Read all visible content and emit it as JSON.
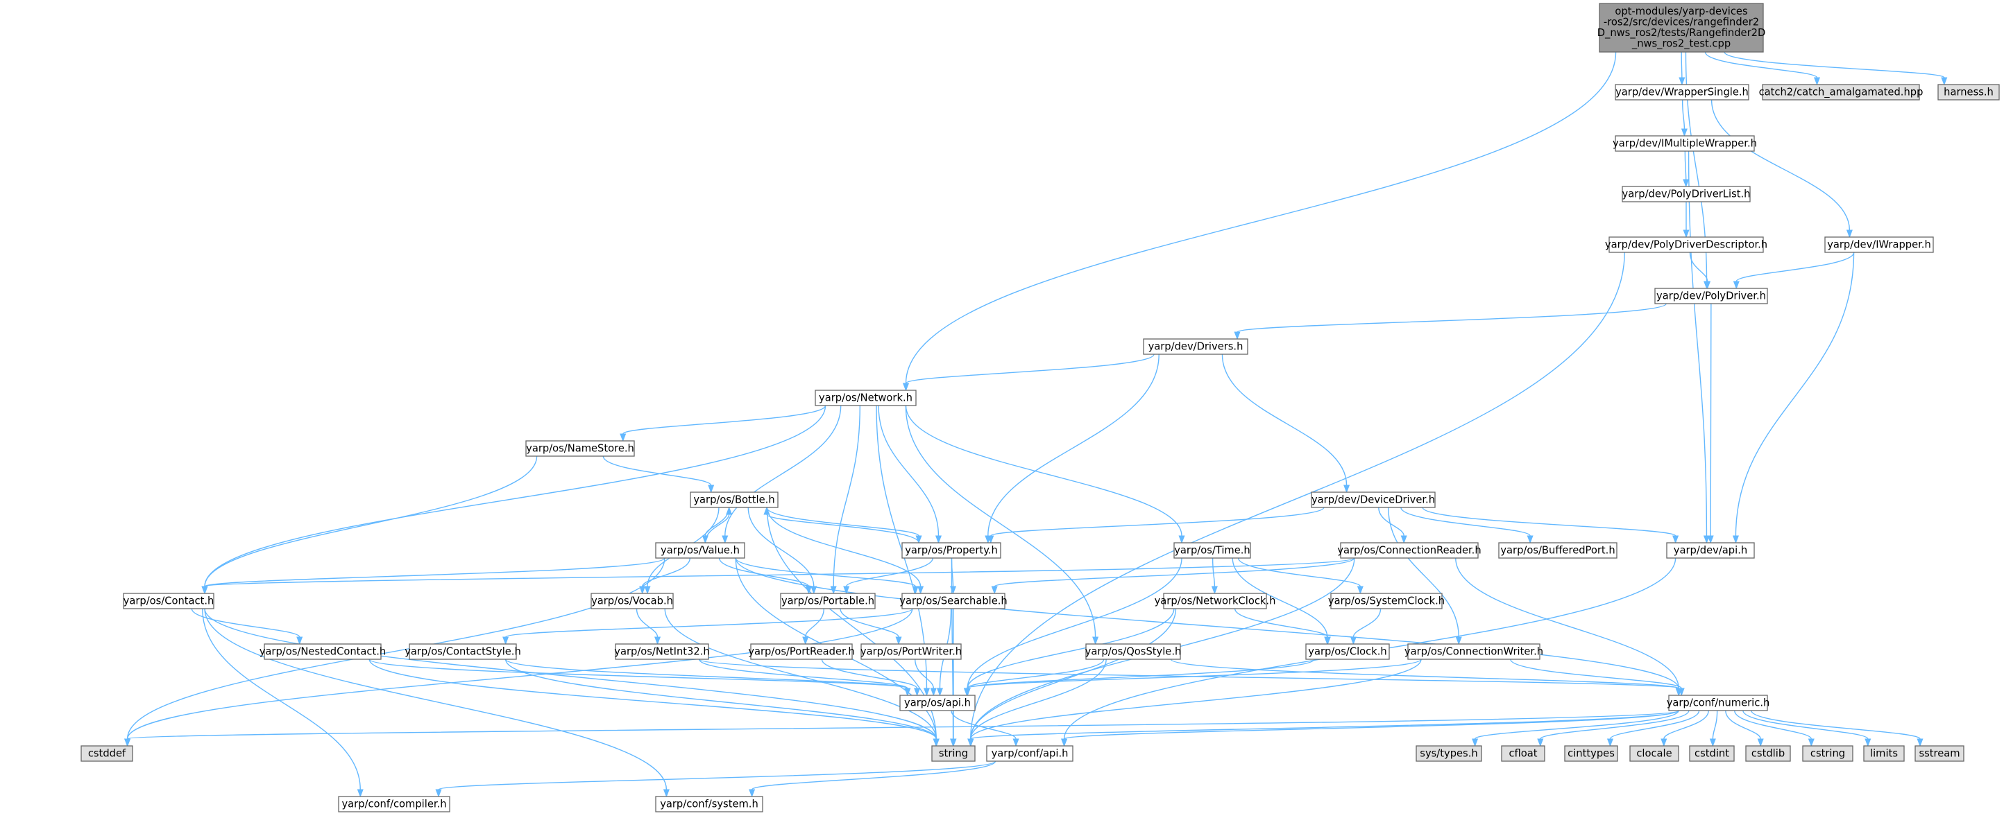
{
  "nodes": {
    "root": {
      "lines": [
        "opt-modules/yarp-devices",
        "-ros2/src/devices/rangefinder2",
        "D_nws_ros2/tests/Rangefinder2D",
        "_nws_ros2_test.cpp"
      ],
      "kind": "root"
    },
    "wrapperSingle": {
      "lines": [
        "yarp/dev/WrapperSingle.h"
      ],
      "kind": "normal"
    },
    "catch2": {
      "lines": [
        "catch2/catch_amalgamated.hpp"
      ],
      "kind": "external"
    },
    "harness": {
      "lines": [
        "harness.h"
      ],
      "kind": "external"
    },
    "iMultipleWrapper": {
      "lines": [
        "yarp/dev/IMultipleWrapper.h"
      ],
      "kind": "normal"
    },
    "polyDriverList": {
      "lines": [
        "yarp/dev/PolyDriverList.h"
      ],
      "kind": "normal"
    },
    "polyDriverDescriptor": {
      "lines": [
        "yarp/dev/PolyDriverDescriptor.h"
      ],
      "kind": "normal"
    },
    "iWrapper": {
      "lines": [
        "yarp/dev/IWrapper.h"
      ],
      "kind": "normal"
    },
    "polyDriver": {
      "lines": [
        "yarp/dev/PolyDriver.h"
      ],
      "kind": "normal"
    },
    "drivers": {
      "lines": [
        "yarp/dev/Drivers.h"
      ],
      "kind": "normal"
    },
    "network": {
      "lines": [
        "yarp/os/Network.h"
      ],
      "kind": "normal"
    },
    "nameStore": {
      "lines": [
        "yarp/os/NameStore.h"
      ],
      "kind": "normal"
    },
    "bottle": {
      "lines": [
        "yarp/os/Bottle.h"
      ],
      "kind": "normal"
    },
    "deviceDriver": {
      "lines": [
        "yarp/dev/DeviceDriver.h"
      ],
      "kind": "normal"
    },
    "value": {
      "lines": [
        "yarp/os/Value.h"
      ],
      "kind": "normal"
    },
    "property": {
      "lines": [
        "yarp/os/Property.h"
      ],
      "kind": "normal"
    },
    "time": {
      "lines": [
        "yarp/os/Time.h"
      ],
      "kind": "normal"
    },
    "connectionReader": {
      "lines": [
        "yarp/os/ConnectionReader.h"
      ],
      "kind": "truncated"
    },
    "bufferedPort": {
      "lines": [
        "yarp/os/BufferedPort.h"
      ],
      "kind": "truncated"
    },
    "devApi": {
      "lines": [
        "yarp/dev/api.h"
      ],
      "kind": "normal"
    },
    "contact": {
      "lines": [
        "yarp/os/Contact.h"
      ],
      "kind": "normal"
    },
    "vocab": {
      "lines": [
        "yarp/os/Vocab.h"
      ],
      "kind": "normal"
    },
    "portable": {
      "lines": [
        "yarp/os/Portable.h"
      ],
      "kind": "normal"
    },
    "searchable": {
      "lines": [
        "yarp/os/Searchable.h"
      ],
      "kind": "normal"
    },
    "networkClock": {
      "lines": [
        "yarp/os/NetworkClock.h"
      ],
      "kind": "normal"
    },
    "systemClock": {
      "lines": [
        "yarp/os/SystemClock.h"
      ],
      "kind": "normal"
    },
    "nestedContact": {
      "lines": [
        "yarp/os/NestedContact.h"
      ],
      "kind": "normal"
    },
    "contactStyle": {
      "lines": [
        "yarp/os/ContactStyle.h"
      ],
      "kind": "normal"
    },
    "netInt32": {
      "lines": [
        "yarp/os/NetInt32.h"
      ],
      "kind": "normal"
    },
    "portReader": {
      "lines": [
        "yarp/os/PortReader.h"
      ],
      "kind": "normal"
    },
    "portWriter": {
      "lines": [
        "yarp/os/PortWriter.h"
      ],
      "kind": "normal"
    },
    "qosStyle": {
      "lines": [
        "yarp/os/QosStyle.h"
      ],
      "kind": "normal"
    },
    "clock": {
      "lines": [
        "yarp/os/Clock.h"
      ],
      "kind": "normal"
    },
    "connectionWriter": {
      "lines": [
        "yarp/os/ConnectionWriter.h"
      ],
      "kind": "normal"
    },
    "osApi": {
      "lines": [
        "yarp/os/api.h"
      ],
      "kind": "normal"
    },
    "numeric": {
      "lines": [
        "yarp/conf/numeric.h"
      ],
      "kind": "normal"
    },
    "cstddef": {
      "lines": [
        "cstddef"
      ],
      "kind": "external"
    },
    "string": {
      "lines": [
        "string"
      ],
      "kind": "external"
    },
    "confApi": {
      "lines": [
        "yarp/conf/api.h"
      ],
      "kind": "normal"
    },
    "sysTypes": {
      "lines": [
        "sys/types.h"
      ],
      "kind": "external"
    },
    "cfloat": {
      "lines": [
        "cfloat"
      ],
      "kind": "external"
    },
    "cinttypes": {
      "lines": [
        "cinttypes"
      ],
      "kind": "external"
    },
    "clocale": {
      "lines": [
        "clocale"
      ],
      "kind": "external"
    },
    "cstdint": {
      "lines": [
        "cstdint"
      ],
      "kind": "external"
    },
    "cstdlib": {
      "lines": [
        "cstdlib"
      ],
      "kind": "external"
    },
    "cstring": {
      "lines": [
        "cstring"
      ],
      "kind": "external"
    },
    "limits": {
      "lines": [
        "limits"
      ],
      "kind": "external"
    },
    "sstream": {
      "lines": [
        "sstream"
      ],
      "kind": "external"
    },
    "compiler": {
      "lines": [
        "yarp/conf/compiler.h"
      ],
      "kind": "normal"
    },
    "system": {
      "lines": [
        "yarp/conf/system.h"
      ],
      "kind": "normal"
    }
  },
  "edges": [
    [
      "root",
      "wrapperSingle"
    ],
    [
      "root",
      "catch2"
    ],
    [
      "root",
      "harness"
    ],
    [
      "root",
      "polyDriver"
    ],
    [
      "root",
      "network"
    ],
    [
      "wrapperSingle",
      "iMultipleWrapper"
    ],
    [
      "wrapperSingle",
      "iWrapper"
    ],
    [
      "iMultipleWrapper",
      "polyDriverList"
    ],
    [
      "iMultipleWrapper",
      "devApi"
    ],
    [
      "polyDriverList",
      "polyDriverDescriptor"
    ],
    [
      "polyDriverDescriptor",
      "polyDriver"
    ],
    [
      "polyDriverDescriptor",
      "string"
    ],
    [
      "iWrapper",
      "polyDriver"
    ],
    [
      "iWrapper",
      "devApi"
    ],
    [
      "polyDriver",
      "drivers"
    ],
    [
      "polyDriver",
      "devApi"
    ],
    [
      "drivers",
      "network"
    ],
    [
      "drivers",
      "property"
    ],
    [
      "drivers",
      "deviceDriver"
    ],
    [
      "network",
      "nameStore"
    ],
    [
      "network",
      "contact"
    ],
    [
      "network",
      "value"
    ],
    [
      "network",
      "property"
    ],
    [
      "network",
      "time"
    ],
    [
      "network",
      "portable"
    ],
    [
      "network",
      "qosStyle"
    ],
    [
      "network",
      "osApi"
    ],
    [
      "nameStore",
      "bottle"
    ],
    [
      "nameStore",
      "contact"
    ],
    [
      "bottle",
      "value"
    ],
    [
      "bottle",
      "property"
    ],
    [
      "bottle",
      "portable"
    ],
    [
      "bottle",
      "searchable"
    ],
    [
      "bottle",
      "vocab"
    ],
    [
      "bottle",
      "string"
    ],
    [
      "value",
      "bottle"
    ],
    [
      "value",
      "contact"
    ],
    [
      "value",
      "vocab"
    ],
    [
      "value",
      "portable"
    ],
    [
      "value",
      "searchable"
    ],
    [
      "value",
      "cstddef"
    ],
    [
      "value",
      "string"
    ],
    [
      "value",
      "numeric"
    ],
    [
      "property",
      "bottle"
    ],
    [
      "property",
      "portable"
    ],
    [
      "property",
      "searchable"
    ],
    [
      "property",
      "string"
    ],
    [
      "deviceDriver",
      "property"
    ],
    [
      "deviceDriver",
      "connectionReader"
    ],
    [
      "deviceDriver",
      "bufferedPort"
    ],
    [
      "deviceDriver",
      "devApi"
    ],
    [
      "deviceDriver",
      "connectionWriter"
    ],
    [
      "connectionReader",
      "contact"
    ],
    [
      "connectionReader",
      "searchable"
    ],
    [
      "connectionReader",
      "numeric"
    ],
    [
      "connectionReader",
      "string"
    ],
    [
      "devApi",
      "confApi"
    ],
    [
      "time",
      "networkClock"
    ],
    [
      "time",
      "systemClock"
    ],
    [
      "time",
      "clock"
    ],
    [
      "time",
      "osApi"
    ],
    [
      "contact",
      "nestedContact"
    ],
    [
      "contact",
      "string"
    ],
    [
      "contact",
      "compiler"
    ],
    [
      "contact",
      "system"
    ],
    [
      "vocab",
      "netInt32"
    ],
    [
      "vocab",
      "string"
    ],
    [
      "portable",
      "portReader"
    ],
    [
      "portable",
      "portWriter"
    ],
    [
      "searchable",
      "contactStyle"
    ],
    [
      "searchable",
      "osApi"
    ],
    [
      "searchable",
      "string"
    ],
    [
      "searchable",
      "cstddef"
    ],
    [
      "networkClock",
      "clock"
    ],
    [
      "networkClock",
      "osApi"
    ],
    [
      "networkClock",
      "string"
    ],
    [
      "systemClock",
      "clock"
    ],
    [
      "nestedContact",
      "osApi"
    ],
    [
      "nestedContact",
      "string"
    ],
    [
      "contactStyle",
      "osApi"
    ],
    [
      "contactStyle",
      "string"
    ],
    [
      "netInt32",
      "osApi"
    ],
    [
      "netInt32",
      "numeric"
    ],
    [
      "portReader",
      "osApi"
    ],
    [
      "portWriter",
      "osApi"
    ],
    [
      "qosStyle",
      "osApi"
    ],
    [
      "qosStyle",
      "numeric"
    ],
    [
      "qosStyle",
      "string"
    ],
    [
      "clock",
      "osApi"
    ],
    [
      "connectionWriter",
      "osApi"
    ],
    [
      "connectionWriter",
      "string"
    ],
    [
      "connectionWriter",
      "numeric"
    ],
    [
      "osApi",
      "confApi"
    ],
    [
      "numeric",
      "confApi"
    ],
    [
      "numeric",
      "cstddef"
    ],
    [
      "numeric",
      "string"
    ],
    [
      "numeric",
      "sysTypes"
    ],
    [
      "numeric",
      "cfloat"
    ],
    [
      "numeric",
      "cinttypes"
    ],
    [
      "numeric",
      "clocale"
    ],
    [
      "numeric",
      "cstdint"
    ],
    [
      "numeric",
      "cstdlib"
    ],
    [
      "numeric",
      "cstring"
    ],
    [
      "numeric",
      "limits"
    ],
    [
      "numeric",
      "sstream"
    ],
    [
      "confApi",
      "compiler"
    ],
    [
      "confApi",
      "system"
    ]
  ],
  "colors": {
    "edge": "#63b8ff",
    "root_fill": "#999999",
    "node_fill": "#ffffff",
    "external_fill": "#e0e0e0",
    "node_border": "#666666",
    "truncated_border": "#ff0000",
    "external_border": "#999999"
  }
}
